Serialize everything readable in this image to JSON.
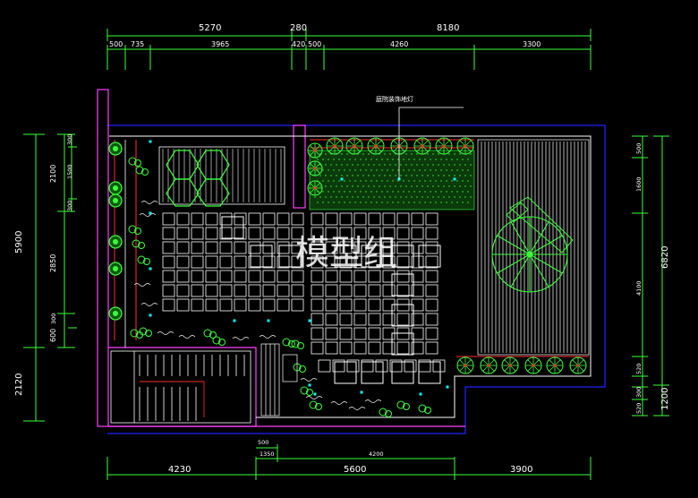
{
  "drawing": {
    "watermark": "模型组",
    "annotation": "庭院装饰地灯"
  },
  "dims": {
    "top_outer": [
      "5270",
      "280",
      "8180"
    ],
    "top_inner": [
      "500",
      "735",
      "3965",
      "420",
      "500",
      "4260",
      "3300"
    ],
    "bottom_outer": [
      "4230",
      "5600",
      "3900"
    ],
    "bottom_inner": [
      "500",
      "1350",
      "4200"
    ],
    "left_outer": [
      "5900",
      "2120"
    ],
    "left_inner": [
      "2100",
      "2850",
      "600"
    ],
    "left_small": [
      "300",
      "1500",
      "300",
      "300"
    ],
    "right_outer": [
      "6820",
      "1200"
    ],
    "right_inner": [
      "500",
      "1600",
      "4100",
      "520",
      "300",
      "520"
    ]
  },
  "colors": {
    "dimension_line": "#3cff3c",
    "wall": "#ff40ff",
    "boundary": "#2020ff",
    "paving": "#ffffff",
    "plant": "#3cff3c",
    "railing": "#ff3030",
    "lamp": "#00ffff"
  }
}
